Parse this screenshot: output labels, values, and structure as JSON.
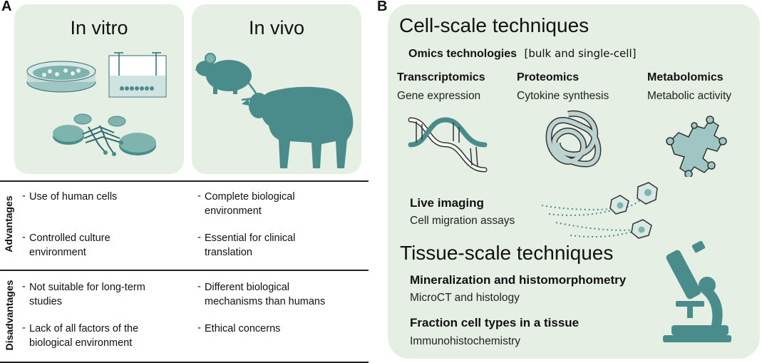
{
  "panel_a": {
    "letter": "A",
    "in_vitro": {
      "title": "In vitro"
    },
    "in_vivo": {
      "title": "In vivo"
    },
    "rows": {
      "advantages": {
        "label": "Advantages",
        "in_vitro": [
          "Use of human cells",
          "Controlled culture environment"
        ],
        "in_vivo": [
          "Complete biological environment",
          "Essential for clinical translation"
        ]
      },
      "disadvantages": {
        "label": "Disadvantages",
        "in_vitro": [
          "Not suitable for long-term studies",
          "Lack of all factors of the biological environment"
        ],
        "in_vivo": [
          "Different biological mechanisms than humans",
          "Ethical concerns"
        ]
      }
    }
  },
  "panel_b": {
    "letter": "B",
    "cell_scale": {
      "title": "Cell-scale techniques",
      "omics": {
        "label": "Omics technologies",
        "tag": "[bulk and single-cell]"
      },
      "columns": [
        {
          "title": "Transcriptomics",
          "subtitle": "Gene expression",
          "icon": "dna-icon"
        },
        {
          "title": "Proteomics",
          "subtitle": "Cytokine synthesis",
          "icon": "protein-icon"
        },
        {
          "title": "Metabolomics",
          "subtitle": "Metabolic activity",
          "icon": "metabolite-icon"
        }
      ],
      "live_imaging": {
        "title": "Live imaging",
        "subtitle": "Cell migration assays"
      }
    },
    "tissue_scale": {
      "title": "Tissue-scale techniques",
      "items": [
        {
          "title": "Mineralization and histomorphometry",
          "subtitle": "MicroCT and histology"
        },
        {
          "title": "Fraction cell types in a tissue",
          "subtitle": "Immunohistochemistry"
        }
      ]
    }
  },
  "colors": {
    "card_bg": "#e6efe4",
    "teal": "#4a8c8c",
    "teal_dark": "#2f6e6e",
    "teal_light": "#9fc6c2"
  }
}
